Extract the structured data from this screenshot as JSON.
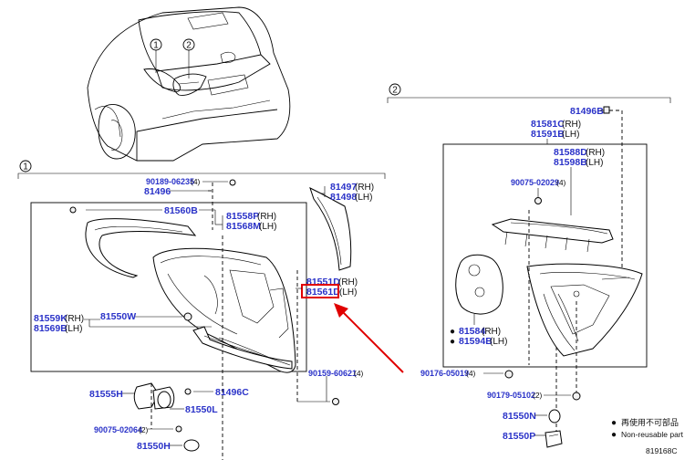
{
  "callouts": {
    "c1": "1",
    "c2": "2"
  },
  "left": {
    "bolt_screw": "90189-06235",
    "bolt_screw_qty": "(4)",
    "clip_81496": "81496",
    "bracket_81560b": "81560B",
    "gasket_rh": "81558P",
    "gasket_rh_side": "(RH)",
    "gasket_lh": "81568M",
    "gasket_lh_side": "(LH)",
    "cover_rh": "81497",
    "cover_rh_side": "(RH)",
    "cover_lh": "81498",
    "cover_lh_side": "(LH)",
    "lamp_rh": "81551D",
    "lamp_rh_side": "(RH)",
    "lamp_lh": "81561D",
    "lamp_lh_side": "(LH)",
    "socket_rh": "81559K",
    "socket_rh_side": "(RH)",
    "socket_lh": "81569B",
    "socket_lh_side": "(LH)",
    "wire_81550w": "81550W",
    "nut_90159": "90159-60621",
    "nut_90159_qty": "(4)",
    "holder_81555h": "81555H",
    "clip_81496c": "81496C",
    "bulb_81550l": "81550L",
    "screw_90075": "90075-02064",
    "screw_90075_qty": "(2)",
    "bulb_81550h": "81550H"
  },
  "right": {
    "clip_81496b": "81496B",
    "housing_rh": "81581C",
    "housing_rh_side": "(RH)",
    "housing_lh": "81591B",
    "housing_lh_side": "(LH)",
    "reflector_rh": "81588D",
    "reflector_rh_side": "(RH)",
    "reflector_lh": "81598B",
    "reflector_lh_side": "(LH)",
    "screw_90075": "90075-02029",
    "screw_90075_qty": "(4)",
    "gasket_rh": "81584",
    "gasket_rh_side": "(RH)",
    "gasket_lh": "81594B",
    "gasket_lh_side": "(LH)",
    "nut_90176": "90176-05019",
    "nut_90176_qty": "(4)",
    "screw_90179": "90179-05102",
    "screw_90179_qty": "(2)",
    "bulb_81550n": "81550N",
    "socket_81550p": "81550P"
  },
  "legend": {
    "nonreusable_cn": "再使用不可部品",
    "nonreusable_en": "Non-reusable part"
  },
  "diagram_number": "819168C",
  "colors": {
    "part_number": "#2a32c8",
    "highlight_box": "#e00000",
    "arrow": "#e00000"
  }
}
